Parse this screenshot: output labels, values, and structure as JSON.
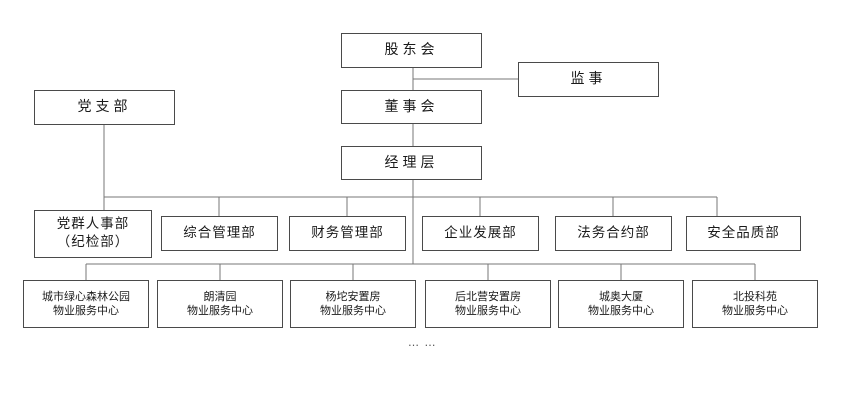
{
  "top": {
    "shareholders": "股东会",
    "supervisor": "监事",
    "board": "董事会",
    "management": "经理层",
    "party_branch": "党支部"
  },
  "departments": [
    {
      "line1": "党群人事部",
      "line2": "（纪检部）"
    },
    {
      "line1": "综合管理部"
    },
    {
      "line1": "财务管理部"
    },
    {
      "line1": "企业发展部"
    },
    {
      "line1": "法务合约部"
    },
    {
      "line1": "安全品质部"
    }
  ],
  "service_centers": [
    {
      "line1": "城市绿心森林公园",
      "line2": "物业服务中心"
    },
    {
      "line1": "朗清园",
      "line2": "物业服务中心"
    },
    {
      "line1": "杨坨安置房",
      "line2": "物业服务中心"
    },
    {
      "line1": "后北营安置房",
      "line2": "物业服务中心"
    },
    {
      "line1": "城奥大厦",
      "line2": "物业服务中心"
    },
    {
      "line1": "北投科苑",
      "line2": "物业服务中心"
    }
  ],
  "more": "… …"
}
